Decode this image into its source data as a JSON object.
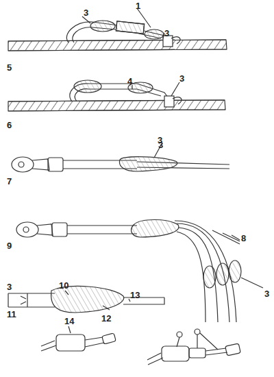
{
  "diagram": {
    "labels": [
      "3",
      "1",
      "3",
      "5",
      "4",
      "3",
      "6",
      "3",
      "7",
      "3",
      "8",
      "9",
      "3",
      "3",
      "10",
      "11",
      "12",
      "13",
      "14"
    ]
  }
}
